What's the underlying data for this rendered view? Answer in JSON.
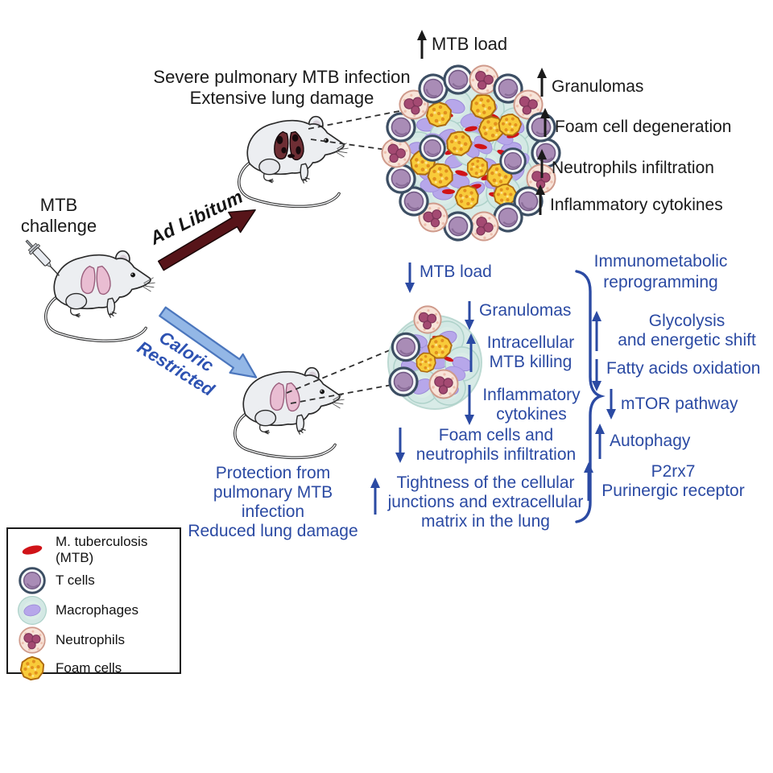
{
  "palette": {
    "blue_text": "#2b4aa3",
    "black_text": "#1a1a1a",
    "ad_libitum_arrow": "#571419",
    "caloric_arrow_fill": "#93b7e6",
    "caloric_arrow_border": "#4b76bd",
    "mtb_red": "#d01318",
    "tcell_purple": "#a98cb6",
    "macrophage_teal": "#d3e8e4",
    "macrophage_nucleus": "#b7a7ea",
    "neutrophil_pink": "#f8e4d9",
    "neutrophil_nucleus": "#a44a72",
    "foam_yellow": "#f8cb3a",
    "healthy_lung": "#e9bdd2",
    "diseased_lung": "#6e2e34"
  },
  "challenge": {
    "line1": "MTB",
    "line2": "challenge"
  },
  "pathways": {
    "ad_libitum": {
      "label": "Ad Libitum",
      "caption_line1": "Severe pulmonary MTB infection",
      "caption_line2": "Extensive lung damage",
      "top_outcome": {
        "label": "MTB load",
        "direction": "up"
      },
      "outcomes": [
        {
          "label": "Granulomas",
          "direction": "up"
        },
        {
          "label": "Foam cell degeneration",
          "direction": "up"
        },
        {
          "label": "Neutrophils infiltration",
          "direction": "up"
        },
        {
          "label": "Inflammatory cytokines",
          "direction": "up"
        }
      ]
    },
    "caloric_restricted": {
      "label_line1": "Caloric",
      "label_line2": "Restricted",
      "caption_line1": "Protection from",
      "caption_line2": "pulmonary MTB infection",
      "caption_line3": "Reduced lung damage",
      "top_outcome": {
        "label": "MTB load",
        "direction": "down"
      },
      "outcomes": [
        {
          "label": "Granulomas",
          "direction": "down"
        },
        {
          "line1": "Intracellular",
          "line2": "MTB killing",
          "direction": "up"
        },
        {
          "line1": "Inflammatory",
          "line2": "cytokines",
          "direction": "down"
        },
        {
          "line1": "Foam cells and",
          "line2": "neutrophils infiltration",
          "direction": "down"
        },
        {
          "line1": "Tightness of the cellular",
          "line2": "junctions and extracellular",
          "line3": "matrix in the lung",
          "direction": "up"
        }
      ]
    }
  },
  "immunometabolic": {
    "title_line1": "Immunometabolic",
    "title_line2": "reprogramming",
    "items": [
      {
        "line1": "Glycolysis",
        "line2": "and energetic shift",
        "direction": "up"
      },
      {
        "label": "Fatty acids oxidation",
        "direction": "down"
      },
      {
        "label": "mTOR pathway",
        "direction": "down"
      },
      {
        "label": "Autophagy",
        "direction": "up"
      },
      {
        "line1": "P2rx7",
        "line2": "Purinergic receptor",
        "direction": "up"
      }
    ]
  },
  "legend": {
    "items": [
      {
        "label": "M. tuberculosis (MTB)",
        "icon": "mtb-icon"
      },
      {
        "label": "T cells",
        "icon": "tcell-icon"
      },
      {
        "label": "Macrophages",
        "icon": "macrophage-icon"
      },
      {
        "label": "Neutrophils",
        "icon": "neutrophil-icon"
      },
      {
        "label": "Foam cells",
        "icon": "foamcell-icon"
      }
    ]
  }
}
